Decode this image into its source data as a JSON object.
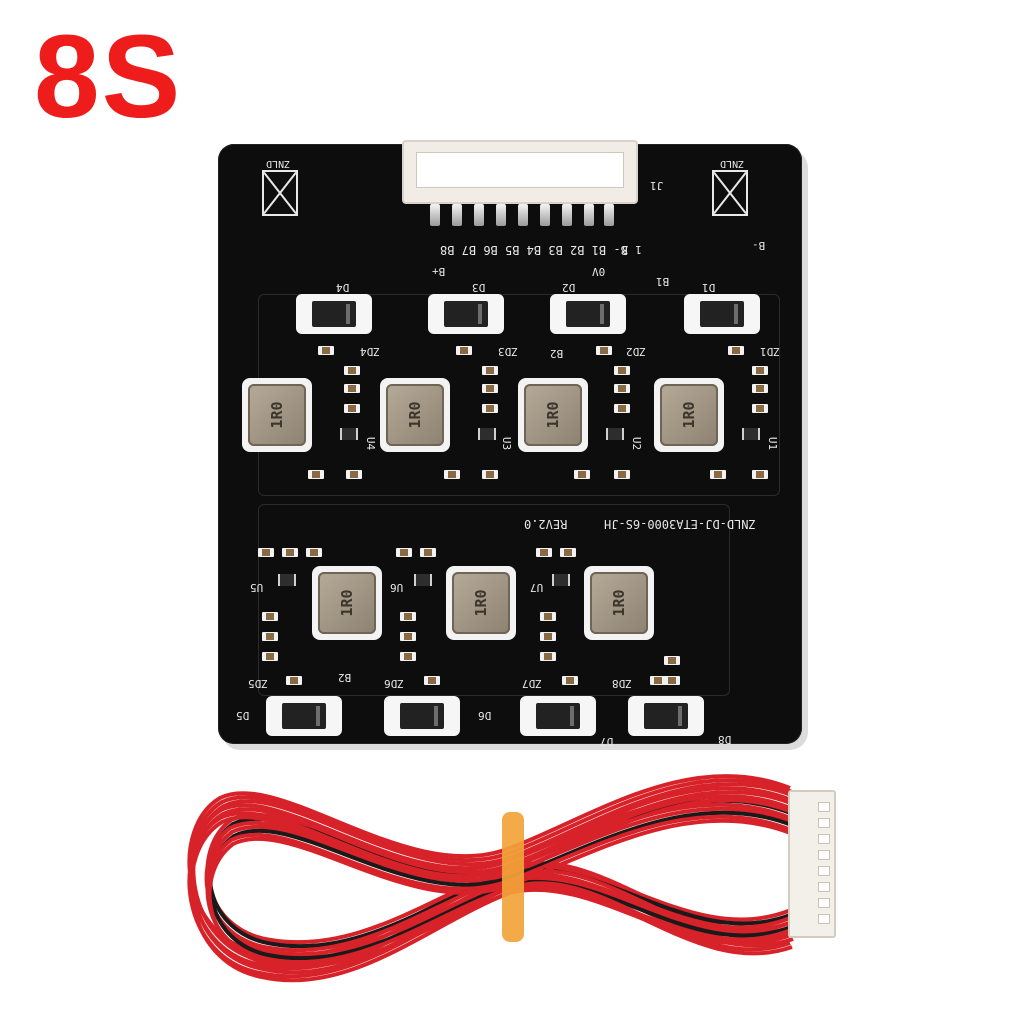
{
  "title": {
    "text": "8S",
    "color": "#ef1c1c"
  },
  "board": {
    "model": "ZNLD-DJ-ETA3000-6S-JH",
    "revision": "REV2.0",
    "logo_left": "ZNLD",
    "logo_right": "ZNLD",
    "connector_label": "J1",
    "pin_labels": "B- B1 B2 B3 B4 B5 B6 B7 B8",
    "pin_numbers": "1 3",
    "label_bminus": "B-",
    "label_0v": "0V",
    "label_b1": "B1",
    "label_b2a": "B2",
    "label_b2b": "B2",
    "label_bplus": "B+",
    "diodes": [
      "D1",
      "D2",
      "D3",
      "D4",
      "D5",
      "D6",
      "D7",
      "D8"
    ],
    "zeners": [
      "ZD1",
      "ZD2",
      "ZD3",
      "ZD4",
      "ZD5",
      "ZD6",
      "ZD7",
      "ZD8"
    ],
    "ics": [
      "U1",
      "U2",
      "U3",
      "U4",
      "U5",
      "U6",
      "U7"
    ],
    "inductor_mark": "1R0"
  },
  "colors": {
    "board": "#0d0d0d",
    "silkscreen": "#e8e8e8",
    "wire_red": "#d8222a",
    "wire_black": "#1a1a1a",
    "band": "#f2a33a"
  }
}
